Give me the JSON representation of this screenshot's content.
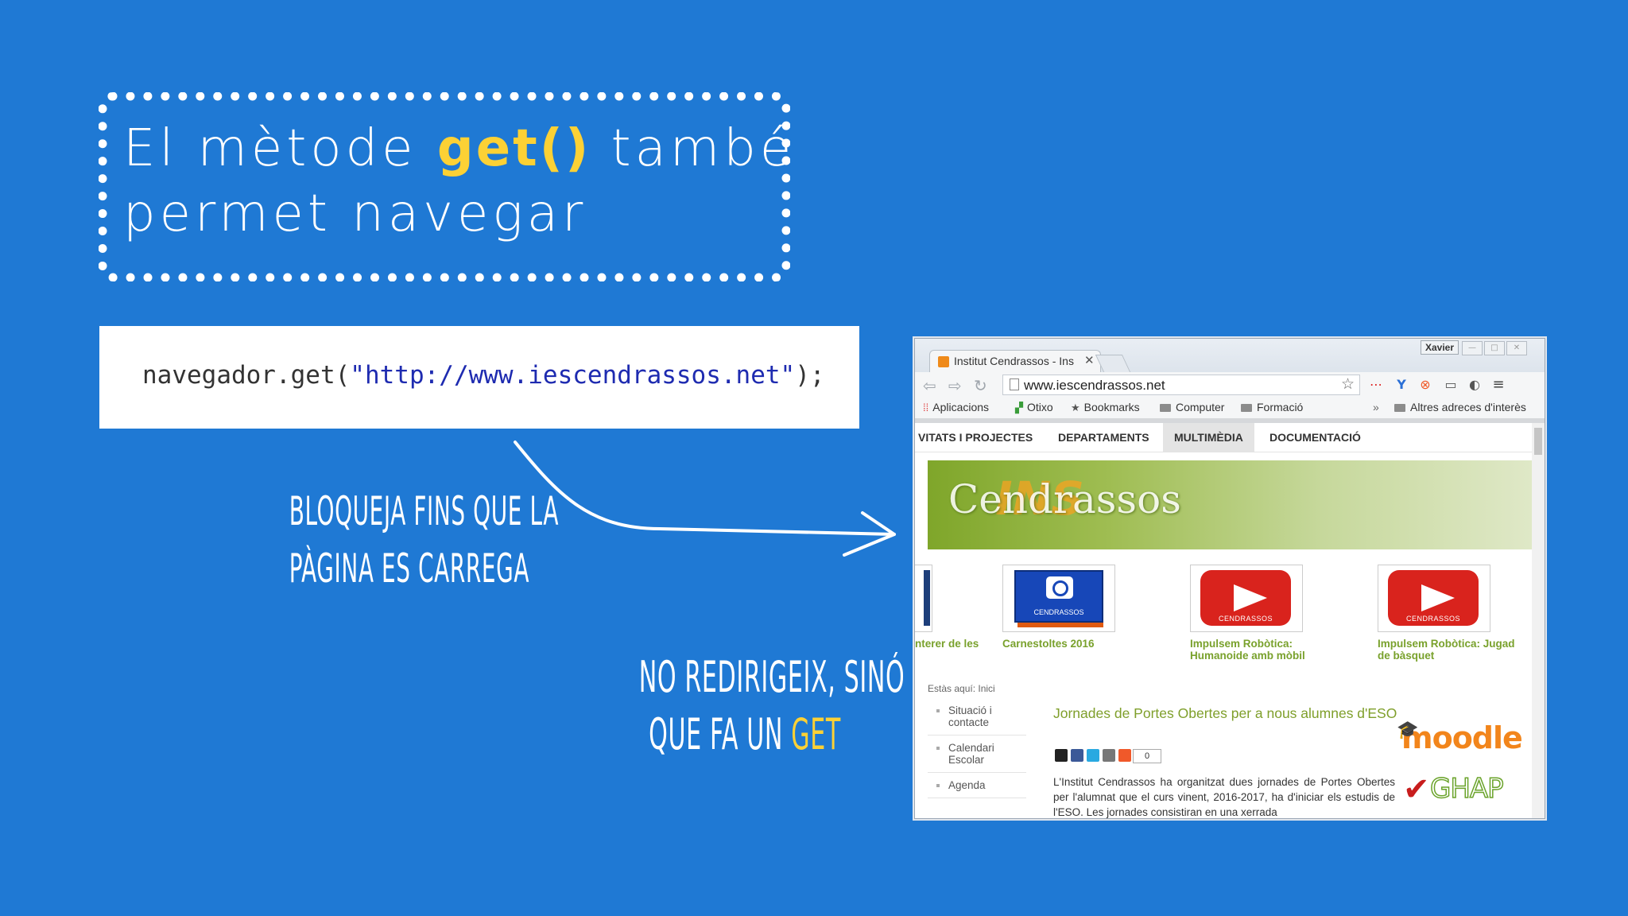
{
  "slide": {
    "title_prefix": "El mètode ",
    "title_highlight": "get()",
    "title_suffix": " també",
    "title_line2": "permet navegar",
    "code_prefix": "navegador.get(",
    "code_string": "\"http://www.iescendrassos.net\"",
    "code_suffix": ");",
    "note1_line1": "Bloqueja fins que la",
    "note1_line2": "pàgina es carrega",
    "note2_line1": "No redirigeix, sinó",
    "note2_line2_prefix": "que fa un ",
    "note2_line2_highlight": "GET",
    "colors": {
      "background": "#1f79d4",
      "highlight": "#fcd135",
      "code_string": "#1e2bb0"
    }
  },
  "browser": {
    "tab_title": "Institut Cendrassos - Ins",
    "tab_close_icon": "close-icon",
    "user_badge": "Xavier",
    "url": "www.iescendrassos.net",
    "bookmarks": [
      {
        "label": "Aplicacions",
        "icon": "apps-grid-icon"
      },
      {
        "label": "Otixo",
        "icon": "otixo-icon"
      },
      {
        "label": "Bookmarks",
        "icon": "star-icon"
      },
      {
        "label": "Computer",
        "icon": "folder-icon"
      },
      {
        "label": "Formació",
        "icon": "folder-icon"
      }
    ],
    "bookmarks_overflow": "»",
    "other_bookmarks": "Altres adreces d'interès",
    "page": {
      "nav": [
        "VITATS I PROJECTES",
        "DEPARTAMENTS",
        "MULTIMÈDIA",
        "DOCUMENTACIÓ"
      ],
      "active_nav_index": 2,
      "banner_title": "Cendrassos",
      "banner_overlay": "INS",
      "tiles": [
        {
          "caption_l1": "nterer de les",
          "caption_l2": ""
        },
        {
          "caption_l1": "Carnestoltes 2016",
          "caption_l2": "",
          "brand": "CENDRASSOS"
        },
        {
          "caption_l1": "Impulsem Robòtica:",
          "caption_l2": "Humanoide amb mòbil",
          "brand": "CENDRASSOS"
        },
        {
          "caption_l1": "Impulsem Robòtica: Jugad",
          "caption_l2": "de bàsquet",
          "brand": "CENDRASSOS"
        }
      ],
      "breadcrumb": "Estàs aquí:   Inici",
      "side_menu": [
        "Situació i contacte",
        "Calendari Escolar",
        "Agenda"
      ],
      "article_title": "Jornades de Portes Obertes per a nous alumnes d'ESO",
      "share_count": "0",
      "article_body": "L'Institut Cendrassos ha organitzat dues jornades de Portes Obertes per l'alumnat que el curs vinent, 2016-2017, ha d'iniciar els estudis de l'ESO. Les jornades consistiran en una xerrada",
      "moodle_logo": "moodle",
      "ghap_logo": "GHAP"
    }
  }
}
